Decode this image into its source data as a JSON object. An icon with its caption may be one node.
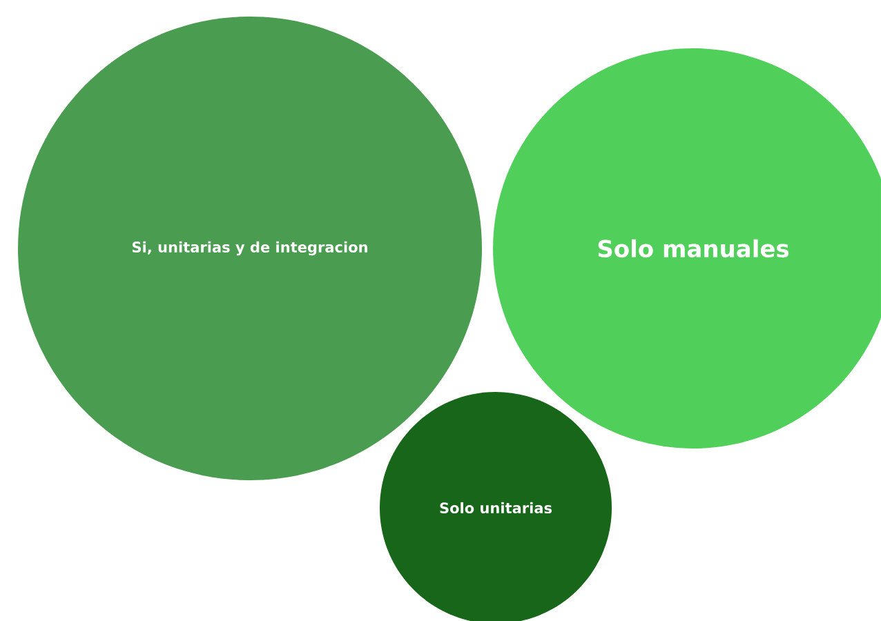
{
  "diagram": {
    "nodes": [
      {
        "text": [
          "Si, unitarias y de integracion"
        ]
      },
      {
        "text": [
          "Solo manuales"
        ]
      },
      {
        "text": [
          "Solo unitarias"
        ]
      }
    ]
  }
}
